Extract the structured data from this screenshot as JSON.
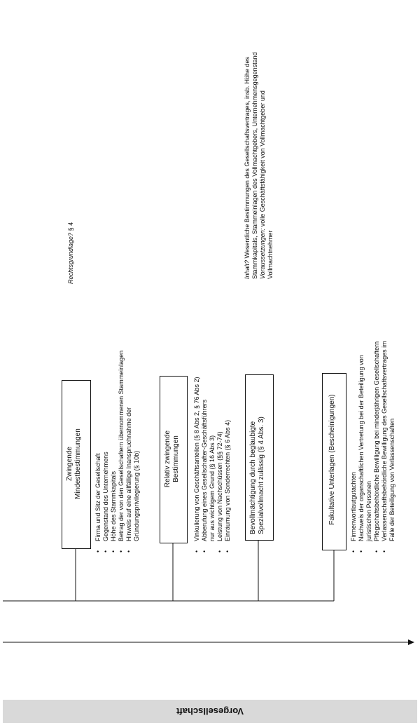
{
  "footer": {
    "title": "Vorgesellschaft"
  },
  "boxes": {
    "zwingende": {
      "line1": "Zwingende",
      "line2": "Mindestbestimmungen"
    },
    "relativ": {
      "line1": "Relativ zwingende",
      "line2": "Bestimmungen"
    },
    "bevollmaechtigung": {
      "line1": "Bevollmächtigung durch beglaubigte",
      "line2": "Spezialvollmacht zulässig (§ 4 Abs. 3)"
    },
    "fakultative": {
      "line1": "Fakultative Unterlagen (Bescheinigungen)"
    }
  },
  "lists": {
    "zwingende": [
      "Firma und Sitz der Gesellschaft",
      "Gegenstand des Unternehmens",
      "Höhe des Stammkapitals",
      "Betrag der von den Gesellschaftern übernommenen Stammeinlagen",
      "Hinweis auf eine allfällige Inanspruchnahme der",
      "Gründungsprivilegierung (§ 10b)"
    ],
    "relativ": [
      "Vinkulierung von Geschäftsanteilen (§ 8 Abs 2, § 76 Abs 2)",
      "Abberufung eines Gesellschafter-Geschäftsführers",
      "nur aus wichtigem Grund (§ 16 Abs 3)",
      "Leistung von Nachschüssen (§§ 72-74)",
      "Einräumung von Sonderrechten (§ 6 Abs 4)"
    ],
    "fakultative": [
      "Firmenwortlautgutachten",
      "Nachweis der organschaftlichen Vertretung bei der Beteiligung von",
      "juristischen Personen",
      "Pflegschaftsbehördliche Bewilligung bei minderjährigen Gesellschaftern",
      "Verlassenschaftsbehördliche Bewilligung des Gesellschaftsvertrages im",
      "Falle der Beteiligung von Verlassenschaften"
    ]
  },
  "notes": {
    "rechtsgrundlage_label": "Rechtsgrundlage?",
    "rechtsgrundlage_value": " § 4",
    "inhalt_label": "Inhalt?",
    "inhalt_line1": " Wesentliche Bestimmungen des Gesellschaftsvertrages, insb. Höhe des",
    "inhalt_line2": "Stammkapitals, Stammeinlagen des Vollmachtgebers, Unternehmensgegenstand",
    "voraussetzungen_label": "Voraussetzungen:",
    "voraussetzungen_line3": " volle Geschäftsfähigkeit von Vollmachtgeber und",
    "inhalt_line4": "Vollmachtnehmer"
  }
}
